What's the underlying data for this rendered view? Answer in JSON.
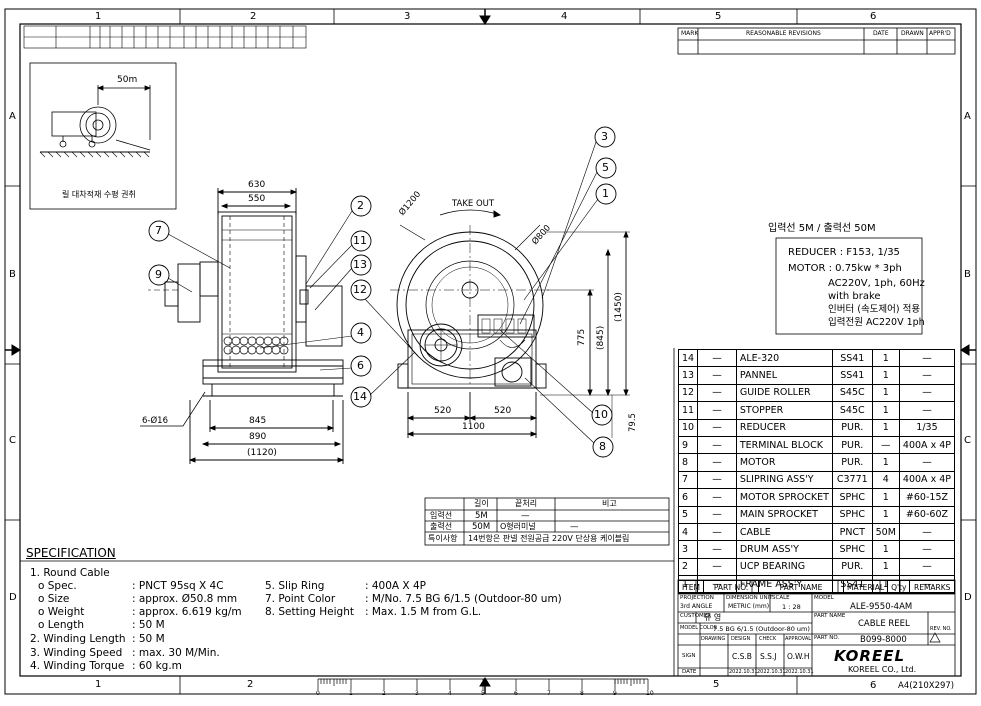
{
  "frame": {
    "col_labels": [
      "1",
      "2",
      "3",
      "4",
      "5",
      "6"
    ],
    "row_labels": [
      "A",
      "B",
      "C",
      "D"
    ]
  },
  "revisions": {
    "mark": "MARK",
    "title": "REASONABLE REVISIONS",
    "date": "DATE",
    "drawn": "DRAWN",
    "appr": "APPR'D"
  },
  "inset": {
    "dim": "50m",
    "caption": "릴 대차적재 수평 권취"
  },
  "views": {
    "take_out": "TAKE OUT",
    "dims_left": [
      "630",
      "550",
      "845",
      "890",
      "(1120)",
      "6-Ø16"
    ],
    "dims_right": [
      "Ø1200",
      "Ø800",
      "520",
      "520",
      "1100",
      "775",
      "(845)",
      "(1450)",
      "79.5"
    ],
    "balloons": [
      "1",
      "2",
      "3",
      "4",
      "5",
      "6",
      "7",
      "8",
      "9",
      "10",
      "11",
      "12",
      "13",
      "14"
    ]
  },
  "notes": {
    "io": "입력선 5M / 출력선 50M",
    "box_lines": [
      "REDUCER : F153, 1/35",
      "MOTOR : 0.75kw * 3ph",
      "AC220V, 1ph, 60Hz",
      "with brake",
      "인버터 (속도제어) 적용",
      "입력전원 AC220V 1ph"
    ]
  },
  "cable_table": {
    "headers": [
      "",
      "길이",
      "끝처리",
      "비고"
    ],
    "rows": [
      [
        "입력선",
        "5M",
        "—",
        ""
      ],
      [
        "출력선",
        "50M",
        "O형러미널",
        "—"
      ]
    ],
    "special_label": "특이사항",
    "special": "14번항은 판넬 전원공급 220V 단상용 케이블림"
  },
  "parts": [
    [
      "14",
      "—",
      "ALE-320",
      "SS41",
      "1",
      "—"
    ],
    [
      "13",
      "—",
      "PANNEL",
      "SS41",
      "1",
      "—"
    ],
    [
      "12",
      "—",
      "GUIDE ROLLER",
      "S45C",
      "1",
      "—"
    ],
    [
      "11",
      "—",
      "STOPPER",
      "S45C",
      "1",
      "—"
    ],
    [
      "10",
      "—",
      "REDUCER",
      "PUR.",
      "1",
      "1/35"
    ],
    [
      "9",
      "—",
      "TERMINAL BLOCK",
      "PUR.",
      "—",
      "400A x 4P"
    ],
    [
      "8",
      "—",
      "MOTOR",
      "PUR.",
      "1",
      "—"
    ],
    [
      "7",
      "—",
      "SLIPRING ASS'Y",
      "C3771",
      "4",
      "400A x 4P"
    ],
    [
      "6",
      "—",
      "MOTOR SPROCKET",
      "SPHC",
      "1",
      "#60-15Z"
    ],
    [
      "5",
      "—",
      "MAIN SPROCKET",
      "SPHC",
      "1",
      "#60-60Z"
    ],
    [
      "4",
      "—",
      "CABLE",
      "PNCT",
      "50M",
      "—"
    ],
    [
      "3",
      "—",
      "DRUM ASS'Y",
      "SPHC",
      "1",
      "—"
    ],
    [
      "2",
      "—",
      "UCP BEARING",
      "PUR.",
      "1",
      "—"
    ],
    [
      "1",
      "—",
      "FRAME ASS'Y",
      "SS41",
      "1",
      "—"
    ]
  ],
  "parts_header": {
    "item": "ITEM",
    "part_no": "PART NO.",
    "part_name": "PART NAME",
    "material": "MATERIAL",
    "qty": "Q'ty",
    "remarks": "REMARKS"
  },
  "title_block": {
    "projection": "PROJECTION",
    "proj_val": "3rd ANGLE",
    "dim_unit": "DIMENSION UNIT",
    "unit_val": "METRIC (mm)",
    "scale": "SCALE",
    "scale_val": "1 : 28",
    "model": "MODEL",
    "model_val": "ALE-9550-4AM",
    "customer": "CUSTOMER",
    "customer_val": "유 영",
    "part_name": "PART NAME",
    "part_name_val": "CABLE REEL",
    "model_color": "MODEL COLOR",
    "color_val": "7.5 BG 6/1.5 (Outdoor-80 um)",
    "part_no": "PART NO.",
    "part_no_val": "B099-8000",
    "rev_no": "REV. NO.",
    "drawing": "DRAWING",
    "design": "DESIGN",
    "check": "CHECK",
    "approval": "APPROVAL",
    "sign": "SIGN",
    "sign1": "C.S.B",
    "sign2": "S.S.J",
    "sign3": "O.W.H",
    "date": "DATE",
    "date1": "2022.10.31",
    "date2": "2022.10.31",
    "date3": "2022.10.31",
    "logo": "KOREEL",
    "company": "KOREEL CO., Ltd.",
    "sheet_size": "A4(210X297)"
  },
  "spec": {
    "title": "SPECIFICATION",
    "col1": [
      "1. Round Cable",
      "o Spec.",
      "o Size",
      "o Weight",
      "o Length",
      "2. Winding Length",
      "3. Winding Speed",
      "4. Winding Torque"
    ],
    "col1_vals": [
      "",
      ": PNCT 95sq X 4C",
      ": approx. Ø50.8 mm",
      ": approx. 6.619 kg/m",
      ": 50 M",
      ": 50 M",
      ": max. 30 M/Min.",
      ": 60 kg.m"
    ],
    "col2": [
      "5. Slip Ring",
      "7. Point Color",
      "8. Setting Height"
    ],
    "col2_vals": [
      ":   400A X 4P",
      ": M/No. 7.5 BG 6/1.5 (Outdoor-80 um)",
      ": Max. 1.5 M from G.L."
    ]
  },
  "ruler": {
    "labels": [
      "0",
      "1",
      "2",
      "3",
      "4",
      "5",
      "6",
      "7",
      "8",
      "9",
      "10"
    ]
  }
}
